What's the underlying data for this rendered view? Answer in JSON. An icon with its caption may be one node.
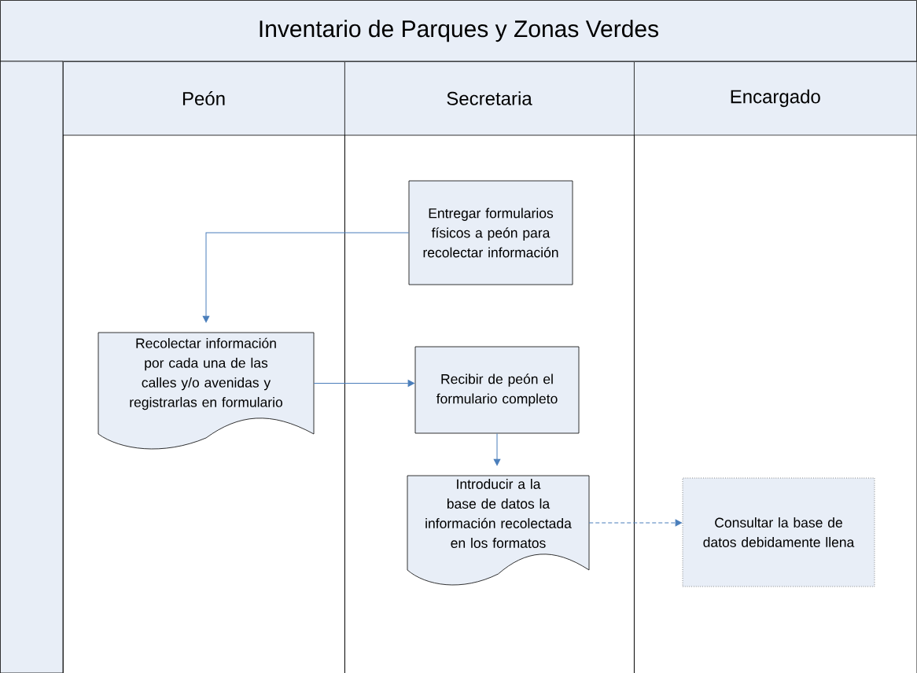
{
  "diagram": {
    "title": "Inventario de Parques y Zonas Verdes",
    "nodes": [
      {
        "text": [
          "Peón"
        ]
      },
      {
        "text": [
          "Secretaria"
        ]
      },
      {
        "text": [
          "Encargado"
        ]
      },
      {
        "text": [
          "Entregar formularios físicos a peón para recolectar información"
        ],
        "in": 1
      },
      {
        "text": [
          "Recolectar información por cada una de las calles y/o avenidas y registrarlas en formulario"
        ],
        "in": 0
      },
      {
        "text": [
          "Recibir de peón el formulario completo"
        ],
        "in": 1
      },
      {
        "text": [
          "Introducir a la base de datos la información recolectada en los formatos"
        ],
        "in": 1
      },
      {
        "text": [
          "Consultar la base de datos debidamente llena"
        ],
        "in": 2
      }
    ],
    "edges": [
      {
        "from": 3,
        "to": 4,
        "arrow": "to"
      },
      {
        "from": 4,
        "to": 5,
        "arrow": "to"
      },
      {
        "from": 5,
        "to": 6,
        "arrow": "to"
      },
      {
        "from": 6,
        "to": 7,
        "arrow": "to",
        "style": "dashed"
      }
    ]
  }
}
